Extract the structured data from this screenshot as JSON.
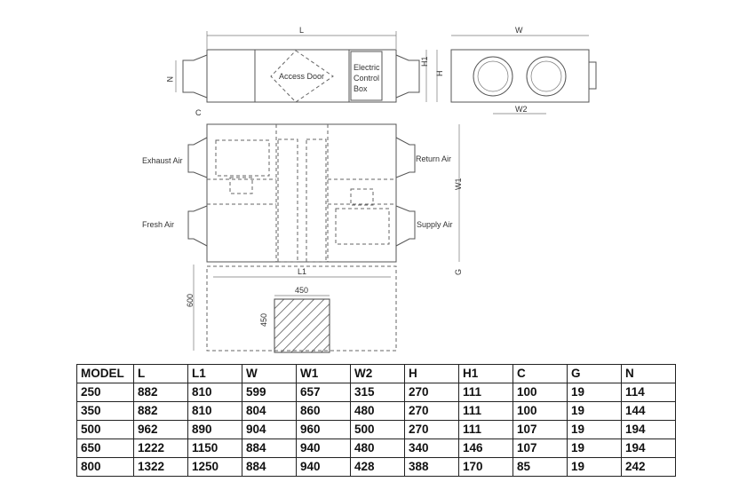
{
  "drawing": {
    "labels": {
      "L": "L",
      "L1": "L1",
      "W": "W",
      "W1": "W1",
      "W2": "W2",
      "H": "H",
      "H1": "H1",
      "C": "C",
      "G": "G",
      "N": "N"
    },
    "access_door": "Access Door",
    "electric_box": [
      "Electric",
      "Control",
      "Box"
    ],
    "exhaust_air": "Exhaust Air",
    "fresh_air": "Fresh Air",
    "return_air": "Return Air",
    "supply_air": "Supply Air",
    "service_w": "450",
    "service_h": "450",
    "service_depth": "600"
  },
  "table": {
    "headers": [
      "MODEL",
      "L",
      "L1",
      "W",
      "W1",
      "W2",
      "H",
      "H1",
      "C",
      "G",
      "N"
    ],
    "rows": [
      [
        "250",
        "882",
        "810",
        "599",
        "657",
        "315",
        "270",
        "111",
        "100",
        "19",
        "114"
      ],
      [
        "350",
        "882",
        "810",
        "804",
        "860",
        "480",
        "270",
        "111",
        "100",
        "19",
        "144"
      ],
      [
        "500",
        "962",
        "890",
        "904",
        "960",
        "500",
        "270",
        "111",
        "107",
        "19",
        "194"
      ],
      [
        "650",
        "1222",
        "1150",
        "884",
        "940",
        "480",
        "340",
        "146",
        "107",
        "19",
        "194"
      ],
      [
        "800",
        "1322",
        "1250",
        "884",
        "940",
        "428",
        "388",
        "170",
        "85",
        "19",
        "242"
      ]
    ]
  }
}
